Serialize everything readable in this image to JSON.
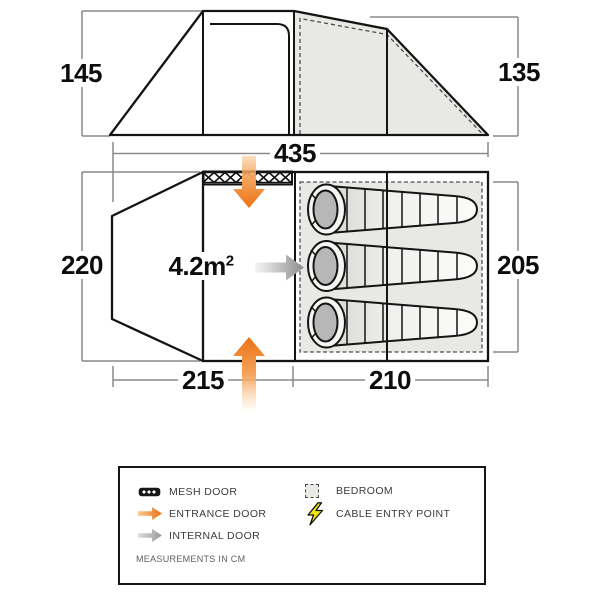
{
  "elevation": {
    "left_height": "145",
    "right_height": "135",
    "total_length": "435"
  },
  "floorplan": {
    "overall_width": "220",
    "bedroom_width": "205",
    "living_length": "215",
    "bedroom_length": "210",
    "living_area_value": "4.2m",
    "living_area_sup": "2"
  },
  "legend": {
    "mesh_door": "MESH DOOR",
    "entrance_door": "ENTRANCE DOOR",
    "internal_door": "INTERNAL DOOR",
    "bedroom": "BEDROOM",
    "cable_entry": "CABLE ENTRY POINT",
    "note": "MEASUREMENTS IN CM"
  },
  "colors": {
    "entrance_orange": "#ED7013",
    "internal_gray": "#9A9A9A",
    "panel_gray": "#E8E8E5",
    "outline_black": "#141414",
    "dimension_gray": "#8A8A8A",
    "bolt_yellow": "#EFE40C"
  }
}
